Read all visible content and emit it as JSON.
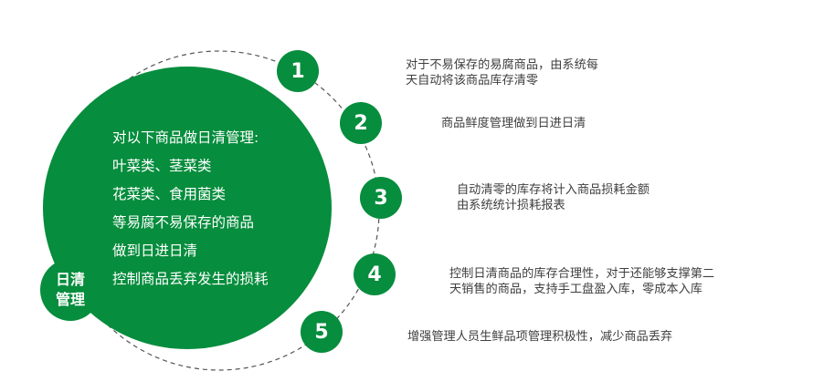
{
  "title_badge": {
    "line1": "日清",
    "line2": "管理"
  },
  "center_lines": [
    "对以下商品做日清管理:",
    "叶菜类、茎菜类",
    "花菜类、食用菌类",
    "等易腐不易保存的商品",
    "做到日进日清",
    "控制商品丢弃发生的损耗"
  ],
  "steps": [
    {
      "number": "1",
      "lines": [
        "对于不易保存的易腐商品，由系统每",
        "天自动将该商品库存清零"
      ]
    },
    {
      "number": "2",
      "lines": [
        "商品鲜度管理做到日进日清"
      ]
    },
    {
      "number": "3",
      "lines": [
        "自动清零的库存将计入商品损耗金额",
        "由系统统计损耗报表"
      ]
    },
    {
      "number": "4",
      "lines": [
        "控制日清商品的库存合理性，对于还能够支撑第二",
        "天销售的商品，支持手工盘盈入库，零成本入库"
      ]
    },
    {
      "number": "5",
      "lines": [
        "增强管理人员生鲜品项管理积极性，减少商品丢弃"
      ]
    }
  ],
  "colors": {
    "accent_green": "#068d3d",
    "text_dark": "#3f3f3f",
    "dashed_ring": "#555555"
  }
}
